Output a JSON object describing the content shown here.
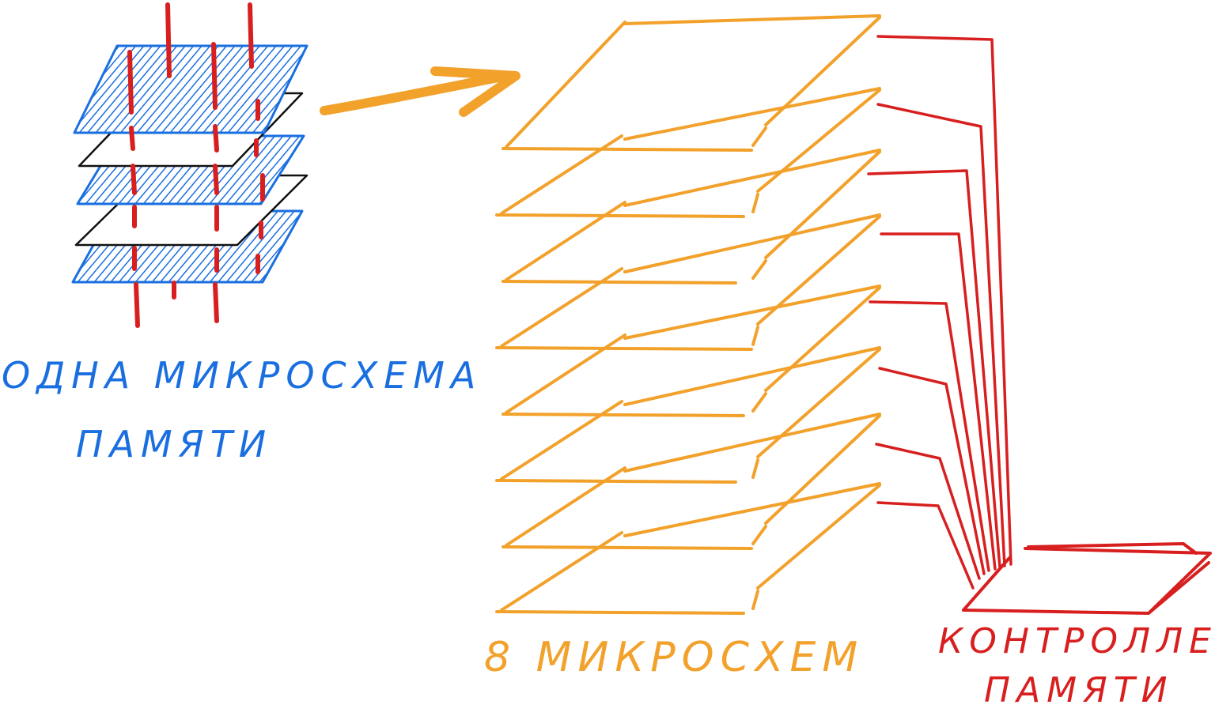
{
  "labels": {
    "one_chip_line1": "одна микросхема",
    "one_chip_line2": "памяти",
    "eight_chips": "8 микросхем",
    "controller_line1": "контроллер",
    "controller_line2": "памяти"
  },
  "colors": {
    "blue": "#1a6fe0",
    "orange": "#f2a12b",
    "red": "#d81f1f",
    "black": "#111111"
  }
}
